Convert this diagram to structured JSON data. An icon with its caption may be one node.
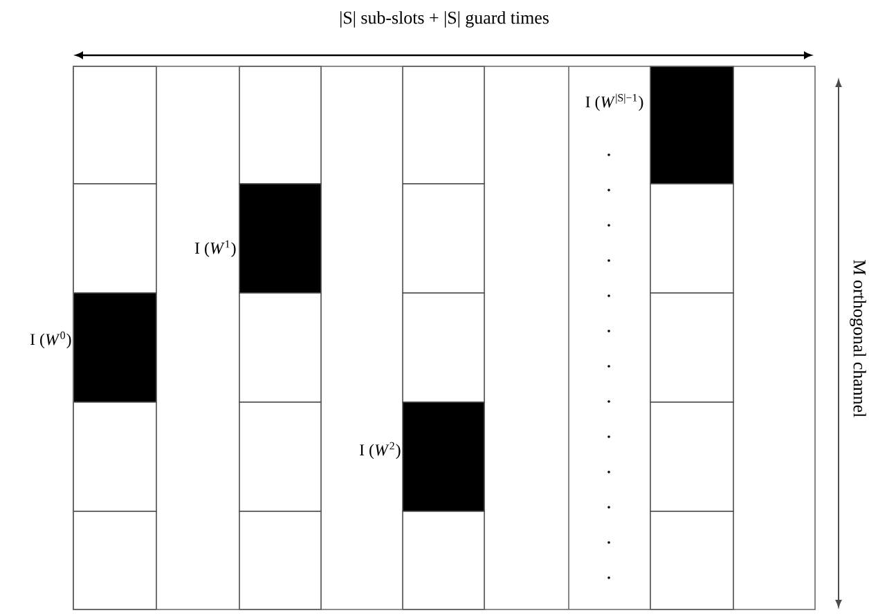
{
  "diagram": {
    "labels": [
      "|S| sub-slots + |S| guard times",
      "I (*W*$^{|S|−1}$)",
      "I (*W*$^{1}$)",
      "I (*W*$^{0}$)",
      "I (*W*$^{2}$)",
      "M orthogonal channel"
    ]
  }
}
